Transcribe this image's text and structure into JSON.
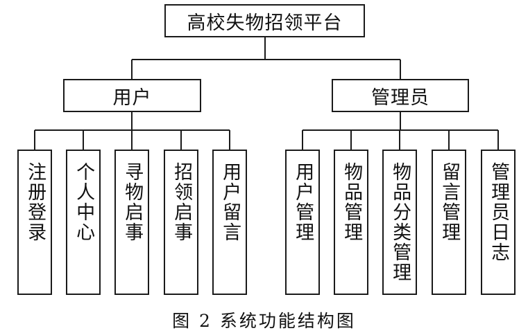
{
  "root": {
    "label": "高校失物招领平台"
  },
  "user": {
    "label": "用户",
    "children": [
      "注册登录",
      "个人中心",
      "寻物启事",
      "招领启事",
      "用户留言"
    ]
  },
  "admin": {
    "label": "管理员",
    "children": [
      "用户管理",
      "物品管理",
      "物品分类管理",
      "留言管理",
      "管理员日志"
    ]
  },
  "caption": "图 2   系统功能结构图"
}
